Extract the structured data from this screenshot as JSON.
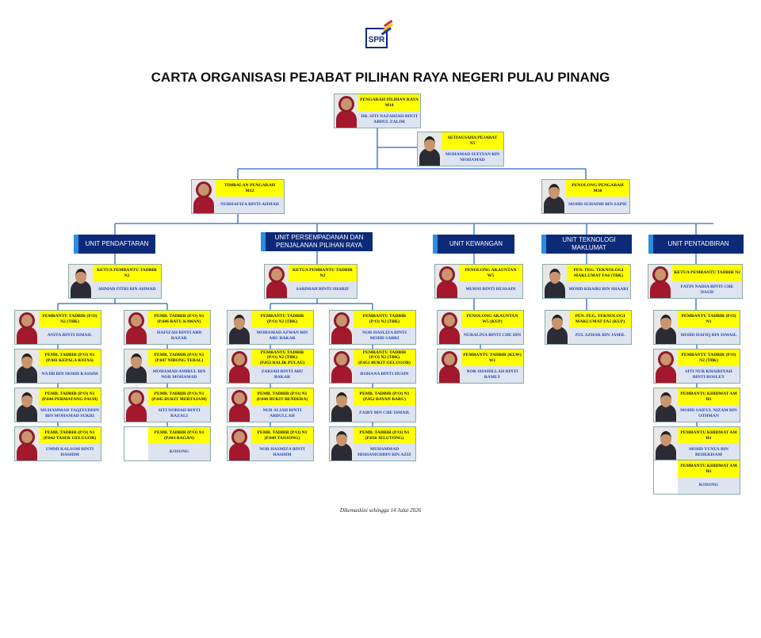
{
  "title": "CARTA ORGANISASI PEJABAT PILIHAN RAYA NEGERI PULAU PINANG",
  "logo_text": "SPR",
  "footer": "Dikemaskini sehingga 14 Julai 2026",
  "colors": {
    "role_bg": "#ffff00",
    "name_bg": "#dde4f0",
    "name_text": "#1f3fb0",
    "unit_bg": "#0d2a78",
    "line": "#2a66c4"
  },
  "units": [
    {
      "label": "UNIT PENDAFTARAN"
    },
    {
      "label": "UNIT PERSEMPADANAN DAN\nPENJALANAN PILIHAN RAYA"
    },
    {
      "label": "UNIT KEWANGAN"
    },
    {
      "label": "UNIT TEKNOLOGI MAKLUMAT"
    },
    {
      "label": "UNIT PENTADBIRAN"
    }
  ],
  "cards": [
    {
      "role": "PENGARAH PILIHAN RAYA\nM14",
      "name": "DR. SITI NAZARIAH BINTI ABDUL ZALIM",
      "photo": "female-tudung"
    },
    {
      "role": "SETIAUSAHA PEJABAT\nN5",
      "name": "MOHAMAD SUFIYAN BIN MOHAMAD",
      "photo": "male"
    },
    {
      "role": "TIMBALAN PENGARAH\nM12",
      "name": "NURHAFIZA BINTI AHMAD",
      "photo": "female-tudung"
    },
    {
      "role": "PENOLONG PENGARAH\nM10",
      "name": "MOHD SUHAIMI BIN SAPIE",
      "photo": "male"
    },
    {
      "role": "KETUA PEMBANTU TADBIR\nN2",
      "name": "AHMAD FITRI BIN AHMAD",
      "photo": "male"
    },
    {
      "role": "PEMBANTU TADBIR (P/O)\nN2 (TBK)",
      "name": "ANITA BINTI ISMAIL",
      "photo": "female-tudung"
    },
    {
      "role": "PEMB. TADBIR (P/O) N1\n(P.046 BATU KAWAN)",
      "name": "HAFIZAH BINTI ABD RAZAK",
      "photo": "female-tudung"
    },
    {
      "role": "PEMB. TADBIR (P/O) N1\n(P.041 KEPALA BATAS)",
      "name": "NAJIB BIN MOHD KASSIM",
      "photo": "male"
    },
    {
      "role": "PEMB. TADBIR (P/O) N1\n(P.047 NIBONG TEBAL)",
      "name": "MOHAMAD AMIRUL BIN NOR MOHAMAD",
      "photo": "male"
    },
    {
      "role": "PEMB. TADBIR (P/O) N1\n(P.044 PERMATANG PAUH)",
      "name": "MUHAMMAD TAQIYUDDIN BIN MOHAMAD SUKRI",
      "photo": "male"
    },
    {
      "role": "PEMB. TADBIR (P/O) N1\n(P.045 BUKIT MERTAJAM)",
      "name": "SITI NORIAH BINTI RAZALI",
      "photo": "female-tudung"
    },
    {
      "role": "PEMB. TADBIR (P/O) N1\n(P.042 TASEK GELUGOR)",
      "name": "UMMI KALSOM BINTI HASHIM",
      "photo": "female-tudung"
    },
    {
      "role": "PEMB. TADBIR (P/O) N1\n(P.043 BAGAN)",
      "name": "KOSONG",
      "photo": "none"
    },
    {
      "role": "KETUA PEMBANTU TADBIR N2",
      "name": "SARIMAH BINTI SHARIF",
      "photo": "female-tudung"
    },
    {
      "role": "PEMBANTU TADBIR\n(P/O) N2 (TBK)",
      "name": "MOHAMAD AZWAN BIN ABU BAKAR",
      "photo": "male"
    },
    {
      "role": "PEMBANTU TADBIR\n(P/O) N2 (TBK)",
      "name": "NOR HASLIZA BINTI MOHD SABRI",
      "photo": "female-tudung"
    },
    {
      "role": "PEMBANTU TADBIR\n(P/O) N2 (TBK)\n(P.053 BALIK PULAU)",
      "name": "ZAKIAH BINTI ABU BAKAR",
      "photo": "female-tudung"
    },
    {
      "role": "PEMBANTU TADBIR\n(P/O) N2 (TBK)\n(P.051 BUKIT GELUGOR)",
      "name": "ROHANA BINTI HUSIN",
      "photo": "female-tudung"
    },
    {
      "role": "PEMB. TADBIR (P/O) N1\n(P.048 BUKIT BENDERA)",
      "name": "NUR ALIAH BINTI ABDULLAH",
      "photo": "female-tudung"
    },
    {
      "role": "PEMB. TADBIR (P/O) N1\n(P.052 BAYAN BARU)",
      "name": "ZAIRY BIN CHE ISMAIL",
      "photo": "male"
    },
    {
      "role": "PEMB. TADBIR (P/O) N1\n(P.049 TANJONG)",
      "name": "NOR HASMIZA BINTI HASHIM",
      "photo": "female-tudung"
    },
    {
      "role": "PEMB. TADBIR (P/O) N1\n(P.050 JELUTONG)",
      "name": "MUHAMMAD HISHAMUDDIN BIN AZIZ",
      "photo": "male"
    },
    {
      "role": "PENOLONG AKAUNTAN\nW5",
      "name": "MURNI BINTI HUSSAIN",
      "photo": "female-tudung"
    },
    {
      "role": "PENOLONG AKAUNTAN\nW5 (KUP)",
      "name": "NURALINA BINTI CHE DIN",
      "photo": "female-tudung"
    },
    {
      "role": "PEMBANTU TADBIR (KEW)\nW1",
      "name": "NOR SHAHILLAH BINTI RAMLY",
      "photo": "female-tudung"
    },
    {
      "role": "PEN. PEG. TEKNOLOGI\nMAKLUMAT FA6 (TBK)",
      "name": "MOHD KHAIRI BIN SHAARI",
      "photo": "male"
    },
    {
      "role": "PEN. PEG. TEKNOLOGI\nMAKLUMAT FA5 (KUP)",
      "name": "ZUL AZHAR BIN JAMIL",
      "photo": "male"
    },
    {
      "role": "KETUA PEMBANTU TADBIR N2",
      "name": "FATIN NADIA BINTI CHE DAUD",
      "photo": "female-tudung"
    },
    {
      "role": "PEMBANTU TADBIR (P/O)\nN1",
      "name": "MOHD HAFIQ BIN ISMAIL",
      "photo": "male"
    },
    {
      "role": "PEMBANTU TADBIR (P/O)\nN2 (TBK)",
      "name": "SITI NUR KHAIRIYAH BINTI ROSLEY",
      "photo": "female-tudung"
    },
    {
      "role": "PEMBANTU KHIDMAT AM\nH1",
      "name": "MOHD SAIFUL NIZAM BIN OTHMAN",
      "photo": "male"
    },
    {
      "role": "PEMBANTU KHIDMAT AM\nH1",
      "name": "MOHD YUNUS BIN BEDERISAM",
      "photo": "male"
    },
    {
      "role": "PEMBANTU KHIDMAT AM\nH1",
      "name": "KOSONG",
      "photo": "none"
    }
  ]
}
